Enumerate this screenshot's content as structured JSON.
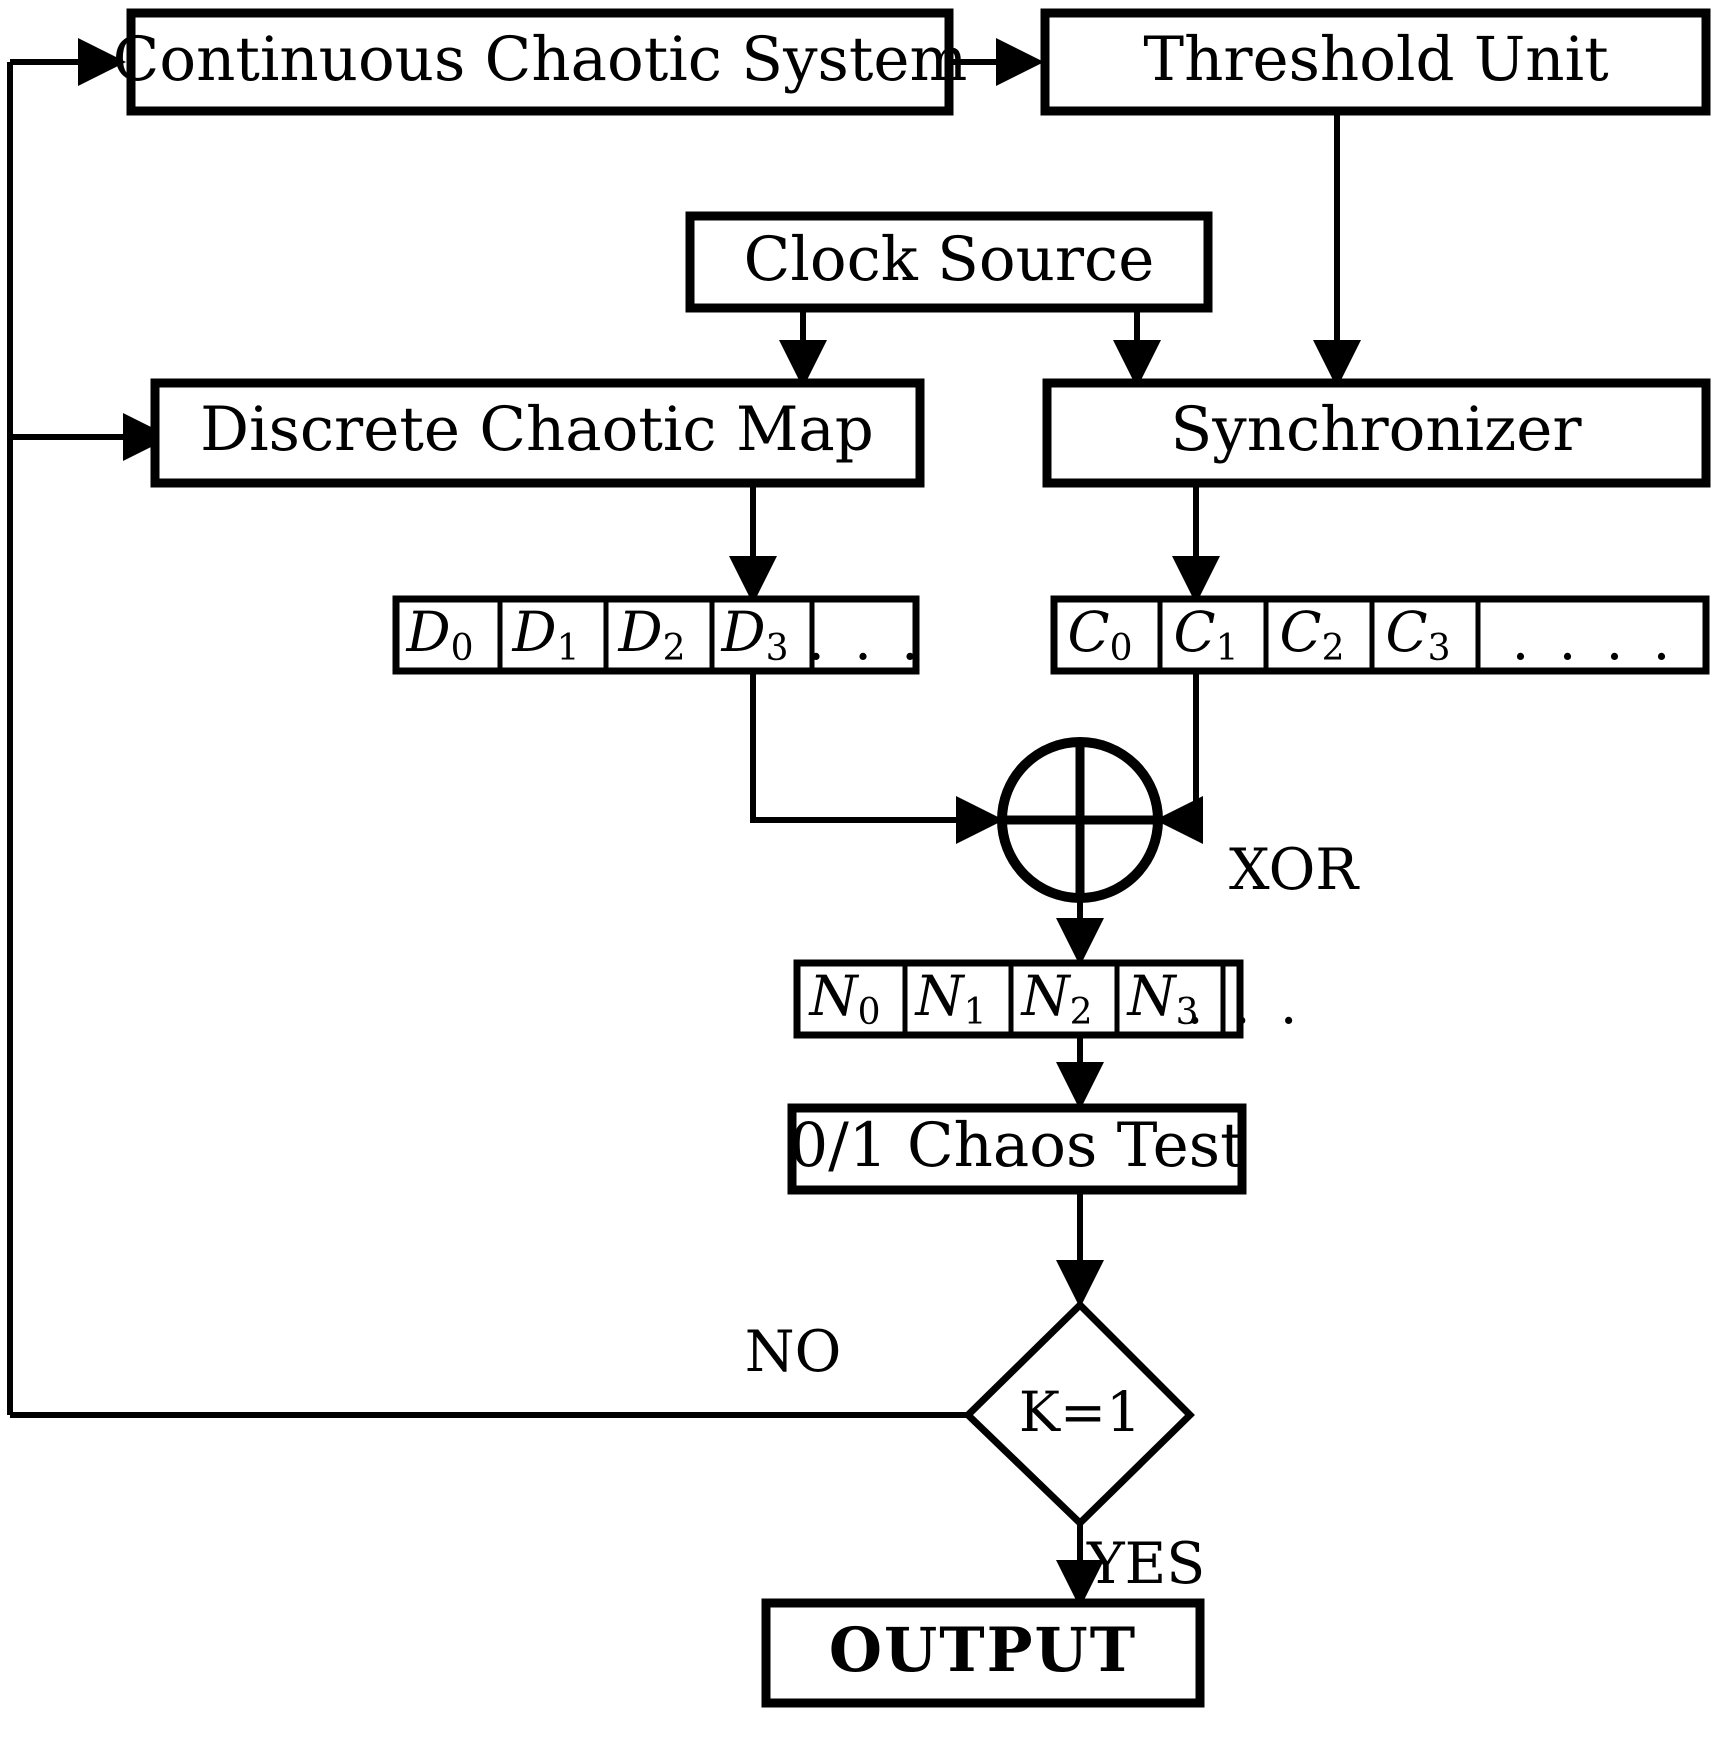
{
  "diagram": {
    "title": "Chaotic Random Number Generator Flowchart",
    "colors": {
      "stroke": "#000000",
      "fill": "#ffffff"
    },
    "blocks": {
      "continuous_chaotic_system": "Continuous Chaotic System",
      "threshold_unit": "Threshold Unit",
      "clock_source": "Clock Source",
      "discrete_chaotic_map": "Discrete Chaotic Map",
      "synchronizer": "Synchronizer",
      "chaos_test": "0/1 Chaos Test",
      "decision": "K=1",
      "output": "OUTPUT"
    },
    "arrays": {
      "d_sequence": {
        "cells": [
          {
            "base": "D",
            "sub": "0"
          },
          {
            "base": "D",
            "sub": "1"
          },
          {
            "base": "D",
            "sub": "2"
          },
          {
            "base": "D",
            "sub": "3"
          }
        ],
        "ellipsis": ". . ."
      },
      "c_sequence": {
        "cells": [
          {
            "base": "C",
            "sub": "0"
          },
          {
            "base": "C",
            "sub": "1"
          },
          {
            "base": "C",
            "sub": "2"
          },
          {
            "base": "C",
            "sub": "3"
          }
        ],
        "ellipsis": ". . . ."
      },
      "n_sequence": {
        "cells": [
          {
            "base": "N",
            "sub": "0"
          },
          {
            "base": "N",
            "sub": "1"
          },
          {
            "base": "N",
            "sub": "2"
          },
          {
            "base": "N",
            "sub": "3"
          }
        ],
        "ellipsis": ". . ."
      }
    },
    "operators": {
      "xor_label": "XOR",
      "xor_symbol": "circled-plus"
    },
    "edge_labels": {
      "no": "NO",
      "yes": "YES"
    }
  }
}
